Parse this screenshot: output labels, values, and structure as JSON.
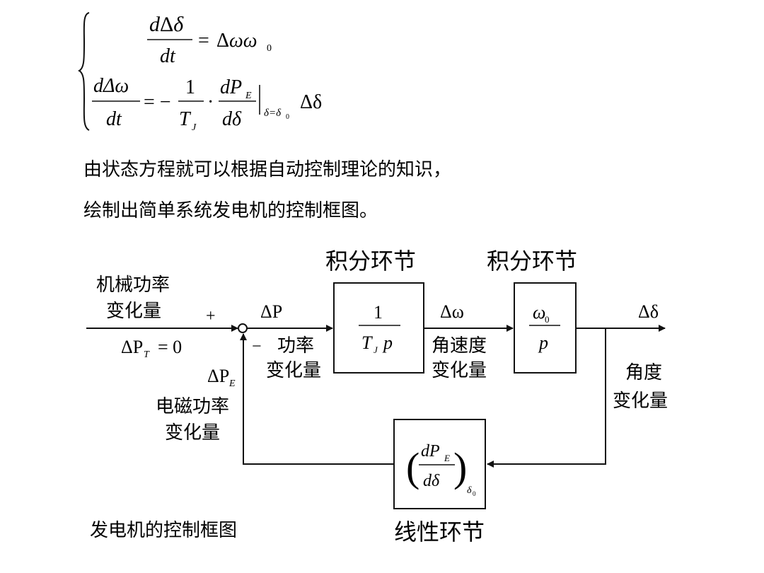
{
  "equations": {
    "eq1": {
      "d": "d",
      "delta": "Δ",
      "delta_sym": "δ",
      "dt": "dt",
      "equals": "=",
      "rhs_delta": "Δ",
      "rhs_omega": "ω",
      "rhs_omega0": "ω",
      "rhs_sub0": "0"
    },
    "eq2": {
      "num_left": "dΔω",
      "den_left": "dt",
      "equals_minus": "= −",
      "one": "1",
      "TJ_T": "T",
      "TJ_J": "J",
      "dot": "·",
      "dPE_d": "dP",
      "dPE_E": "E",
      "ddelta": "dδ",
      "eval_cond": "δ=δ",
      "eval_sub0": "0",
      "rhs": "Δδ"
    }
  },
  "text_lines": [
    "由状态方程就可以根据自动控制理论的知识，",
    "绘制出简单系统发电机的控制框图。"
  ],
  "diagram": {
    "block1_title": "积分环节",
    "block2_title": "积分环节",
    "input_label_line1": "机械功率",
    "input_label_line2": "变化量",
    "plus_sign": "+",
    "minus_sign": "−",
    "input_symbol_main": "ΔP",
    "input_symbol_sub": "T",
    "input_symbol_eq": "= 0",
    "dp_symbol": "ΔP",
    "dp_label_line1": "功率",
    "dp_label_line2": "变化量",
    "block1_num": "1",
    "block1_den_T": "T",
    "block1_den_J": "J",
    "block1_den_p": "p",
    "domega_symbol": "Δω",
    "domega_label_line1": "角速度",
    "domega_label_line2": "变化量",
    "block2_num": "ω",
    "block2_num_sub": "0",
    "block2_den": "p",
    "output_symbol": "Δδ",
    "output_label_line1": "角度",
    "output_label_line2": "变化量",
    "fb_symbol_main": "ΔP",
    "fb_symbol_sub": "E",
    "fb_label_line1": "电磁功率",
    "fb_label_line2": "变化量",
    "feedback_num_main": "dP",
    "feedback_num_sub": "E",
    "feedback_den": "dδ",
    "feedback_sub": "δ",
    "feedback_sub0": "0",
    "feedback_title": "线性环节",
    "caption": "发电机的控制框图"
  }
}
